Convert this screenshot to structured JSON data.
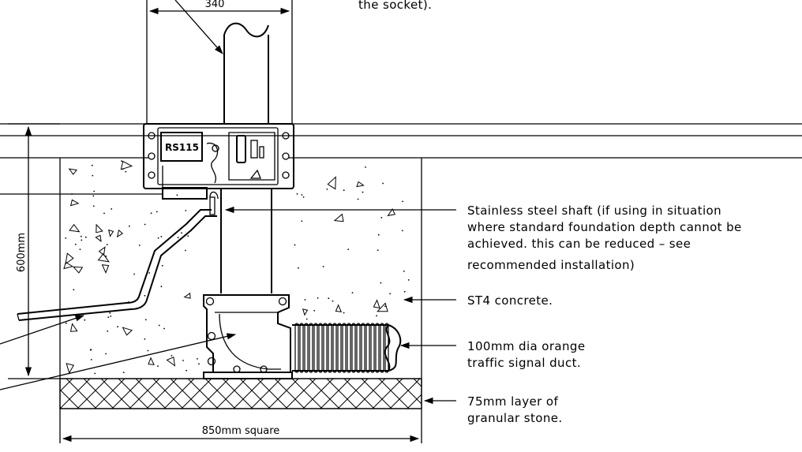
{
  "dimensions": {
    "top_width": "340",
    "depth": "600mm",
    "base_width": "850mm square"
  },
  "notes": {
    "top_fragment": "the  socket).",
    "shaft": [
      "Stainless steel shaft (if using in situation",
      "where standard foundation depth cannot be",
      "achieved. this can be reduced – see",
      "recommended installation)"
    ],
    "concrete": "ST4 concrete.",
    "duct": [
      "100mm dia orange",
      "traffic signal duct."
    ],
    "stone": [
      "75mm layer of",
      "granular stone."
    ]
  },
  "unit_tag": "RS115",
  "colors": {
    "line": "#000000",
    "background": "#ffffff"
  }
}
